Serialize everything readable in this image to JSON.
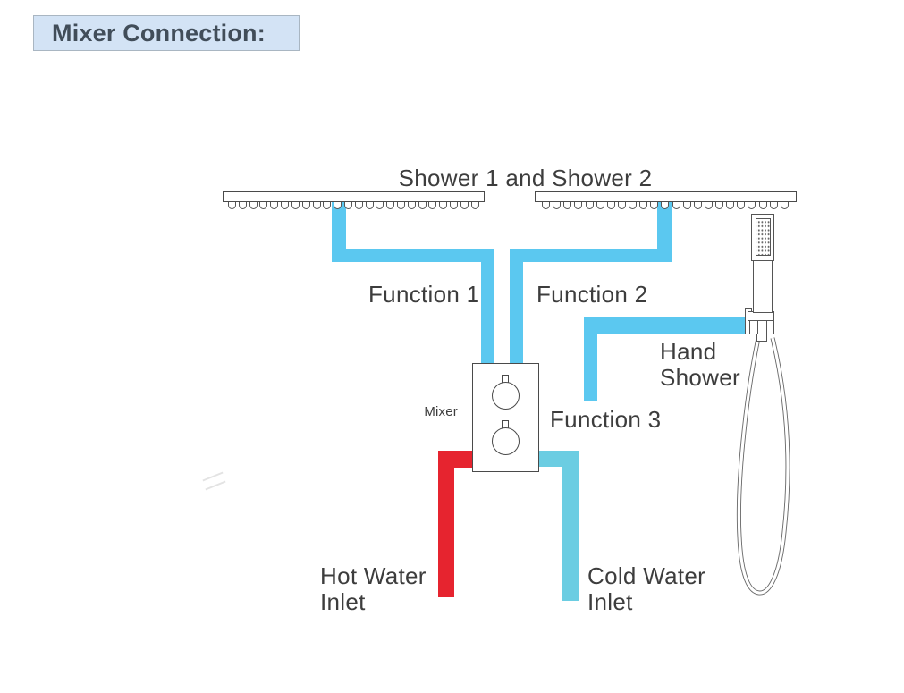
{
  "title": {
    "label": "Mixer Connection:"
  },
  "diagram": {
    "showers_label": "Shower 1 and Shower 2",
    "labels": {
      "function1": "Function 1",
      "function2": "Function 2",
      "function3": "Function 3",
      "mixer": "Mixer",
      "hand_shower": "Hand Shower",
      "hot_inlet": "Hot Water Inlet",
      "cold_inlet": "Cold Water Inlet"
    },
    "shower1_nozzles": 24,
    "shower2_nozzles": 23
  },
  "colors": {
    "pipe_blue": "#5bc8f0",
    "cold_teal": "#6bcde2",
    "hot_red": "#e6242f",
    "outline": "#4a4a4a",
    "text": "#3d3d3d",
    "title_bg": "#d3e3f5",
    "title_border": "#a9b6c2",
    "title_text": "#414d59"
  }
}
